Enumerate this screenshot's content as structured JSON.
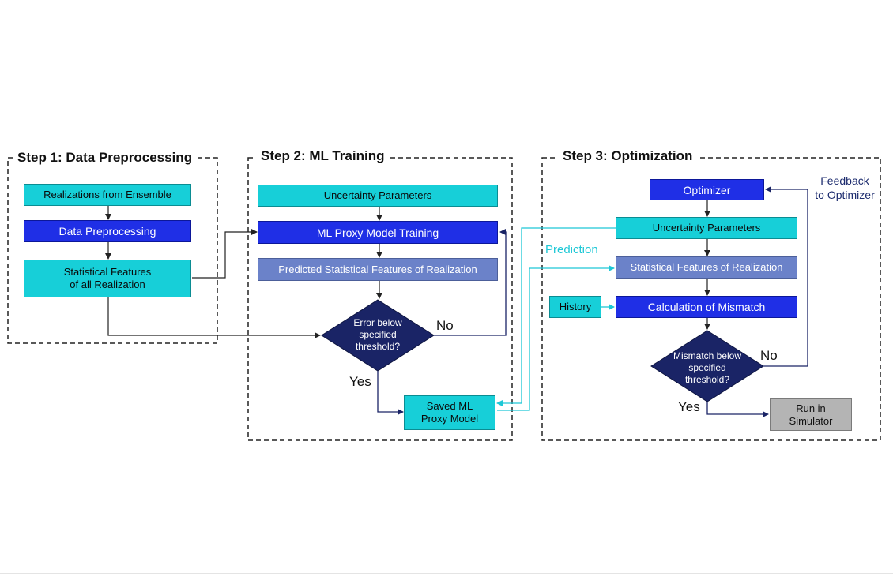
{
  "steps": {
    "step1": "Step 1: Data Preprocessing",
    "step2": "Step 2: ML Training",
    "step3": "Step 3: Optimization"
  },
  "step1": {
    "realizations": "Realizations from Ensemble",
    "preprocessing": "Data Preprocessing",
    "features_line1": "Statistical Features",
    "features_line2": "of all Realization"
  },
  "step2": {
    "uncertainty": "Uncertainty Parameters",
    "training": "ML Proxy Model Training",
    "predicted": "Predicted Statistical Features of Realization",
    "decision_line1": "Error below",
    "decision_line2": "specified",
    "decision_line3": "threshold?",
    "no": "No",
    "yes": "Yes",
    "saved_line1": "Saved ML",
    "saved_line2": "Proxy Model"
  },
  "step3": {
    "optimizer": "Optimizer",
    "uncertainty": "Uncertainty Parameters",
    "features": "Statistical Features of Realization",
    "history": "History",
    "mismatch": "Calculation of Mismatch",
    "decision_line1": "Mismatch below",
    "decision_line2": "specified",
    "decision_line3": "threshold?",
    "no": "No",
    "yes": "Yes",
    "run_line1": "Run in",
    "run_line2": "Simulator",
    "feedback_line1": "Feedback",
    "feedback_line2": "to Optimizer"
  },
  "prediction_label": "Prediction",
  "colors": {
    "cyan": "#17cfd8",
    "blue": "#1f2fe6",
    "slate": "#6b82c9",
    "navy": "#1a2466",
    "grey": "#b4b4b4",
    "prediction_line": "#1ec8d6"
  }
}
